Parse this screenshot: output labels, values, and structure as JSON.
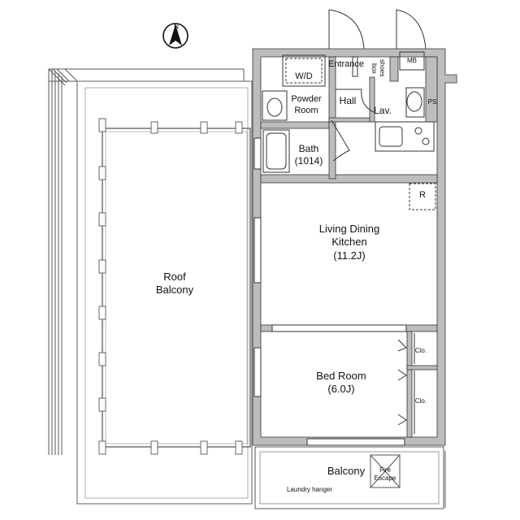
{
  "floorplan": {
    "compass": "N",
    "rooms": {
      "roof_balcony": "Roof\nBalcony",
      "living_dining_kitchen": "Living Dining\nKitchen\n(11.2J)",
      "bed_room": "Bed Room\n(6.0J)",
      "bath": "Bath\n(1014)",
      "powder_room": "Powder\nRoom",
      "hall": "Hall",
      "lav": "Lav.",
      "entrance": "Entrance",
      "balcony": "Balcony"
    },
    "fixtures": {
      "washer_dryer": "W/D",
      "shoes_box": "shoes\nbox",
      "meter_box": "MB",
      "pipe_space": "PS",
      "refrigerator": "R",
      "closet_upper": "Clo.",
      "closet_lower": "Clo.",
      "fire_escape": "Fire\nEscape",
      "laundry_hanger": "Laundry hanger"
    }
  }
}
